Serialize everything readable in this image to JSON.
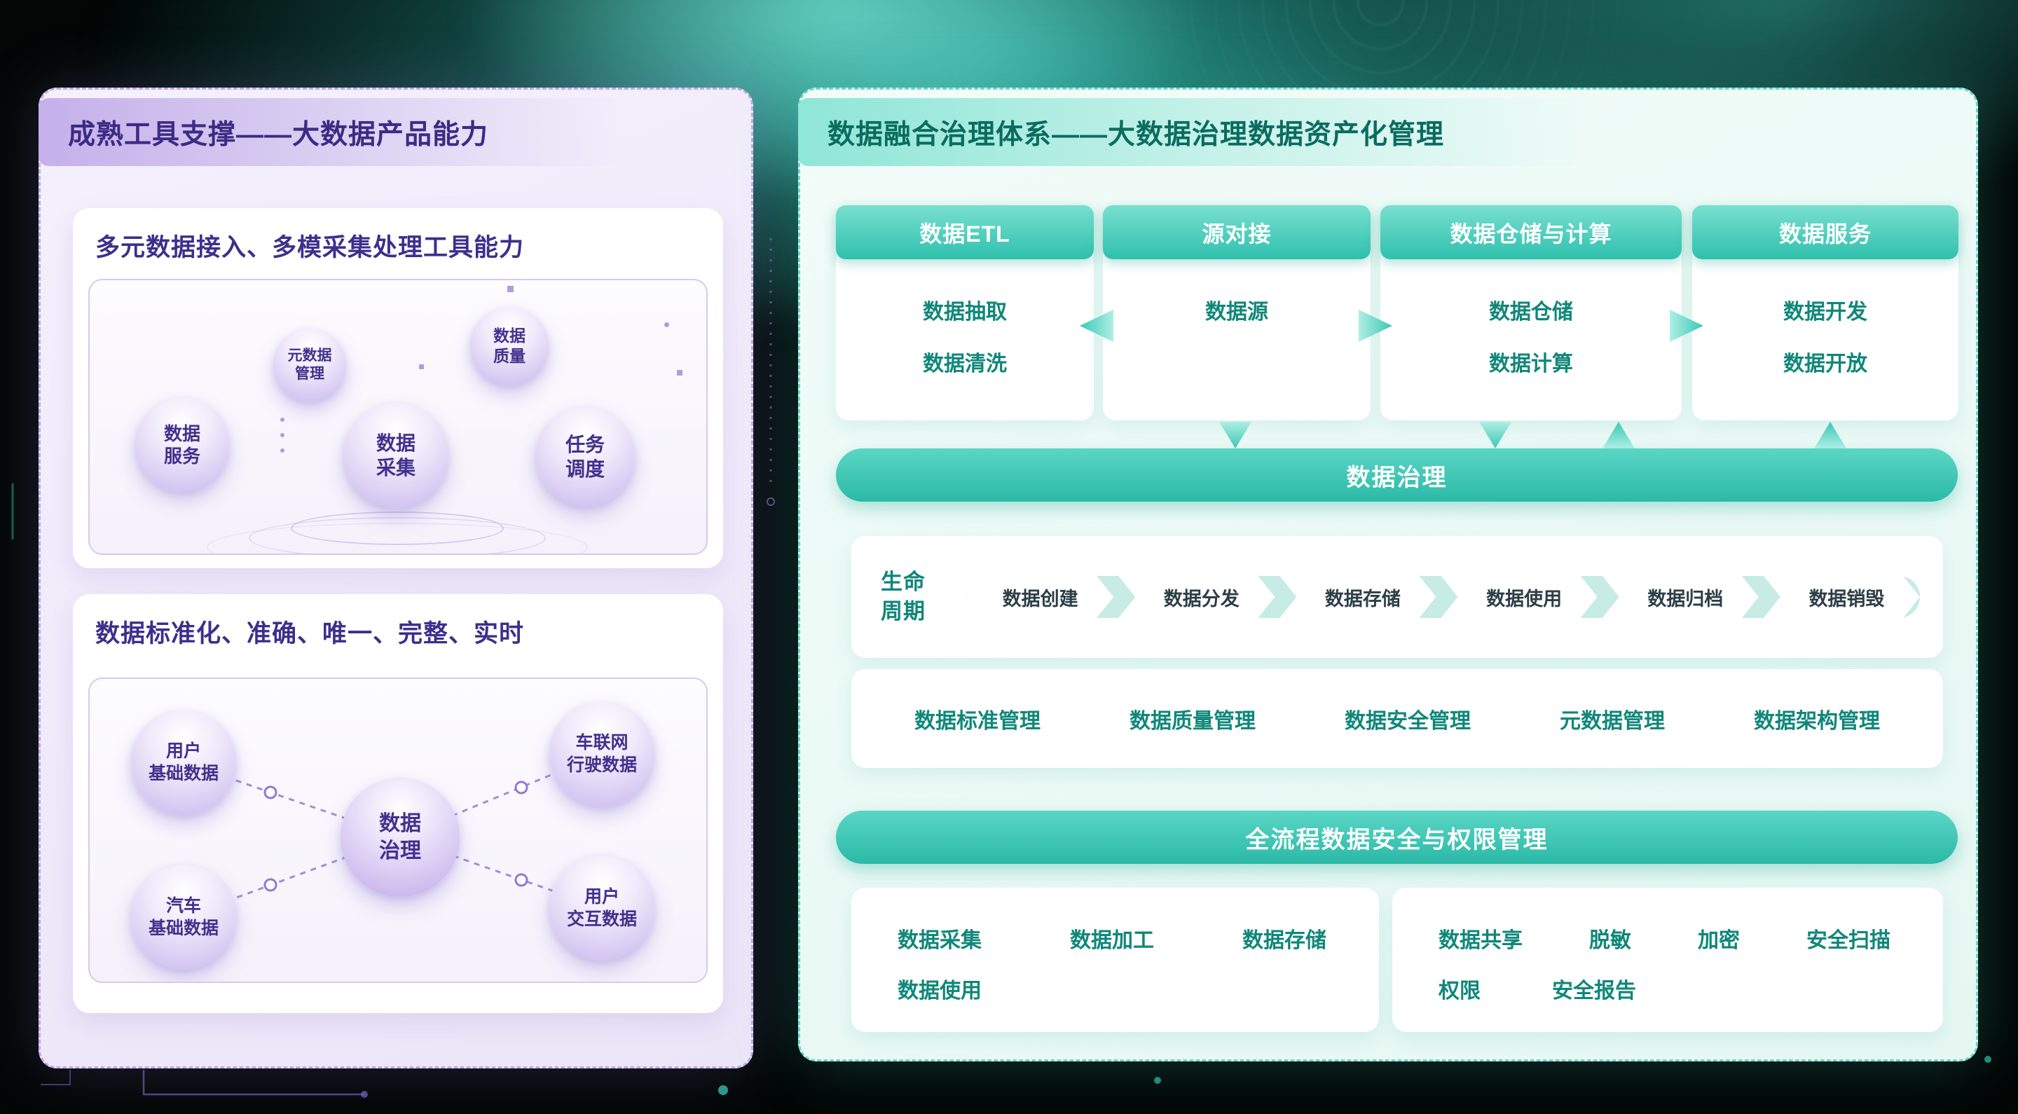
{
  "page": {
    "left": {
      "title": "成熟工具支撑——大数据产品能力",
      "tools_card": {
        "title": "多元数据接入、多模采集处理工具能力",
        "bubbles": [
          {
            "label": "元数据\n管理"
          },
          {
            "label": "数据\n质量"
          },
          {
            "label": "数据\n服务"
          },
          {
            "label": "数据\n采集"
          },
          {
            "label": "任务\n调度"
          }
        ]
      },
      "standard_card": {
        "title": "数据标准化、准确、唯一、完整、实时",
        "center": "数据\n治理",
        "nodes": [
          {
            "label": "用户\n基础数据"
          },
          {
            "label": "车联网\n行驶数据"
          },
          {
            "label": "汽车\n基础数据"
          },
          {
            "label": "用户\n交互数据"
          }
        ]
      }
    },
    "right": {
      "title": "数据融合治理体系——大数据治理数据资产化管理",
      "columns": [
        {
          "header": "数据ETL",
          "items": [
            "数据抽取",
            "数据清洗"
          ]
        },
        {
          "header": "源对接",
          "items": [
            "数据源"
          ]
        },
        {
          "header": "数据仓储与计算",
          "items": [
            "数据仓储",
            "数据计算"
          ]
        },
        {
          "header": "数据服务",
          "items": [
            "数据开发",
            "数据开放"
          ]
        }
      ],
      "governance_bar": "数据治理",
      "lifecycle": {
        "label": "生命\n周期",
        "steps": [
          "数据创建",
          "数据分发",
          "数据存储",
          "数据使用",
          "数据归档",
          "数据销毁"
        ]
      },
      "management": [
        "数据标准管理",
        "数据质量管理",
        "数据安全管理",
        "元数据管理",
        "数据架构管理"
      ],
      "security_bar": "全流程数据安全与权限管理",
      "security_process": [
        "数据采集",
        "数据加工",
        "数据存储",
        "数据使用"
      ],
      "security_controls": [
        "数据共享",
        "脱敏",
        "加密",
        "安全扫描",
        "权限",
        "安全报告"
      ]
    }
  },
  "colors": {
    "teal_accent": "#2fbfae",
    "teal_text": "#0f8779",
    "teal_bar_gradient_top": "#5bd6c5",
    "teal_bar_gradient_bottom": "#2bb9a7",
    "purple_text": "#3e2e8d",
    "purple_accent": "#8f7ad0",
    "panel_left_bg": "#f0ebf9",
    "panel_right_bg": "#ecf9f5",
    "background": "#020605"
  }
}
